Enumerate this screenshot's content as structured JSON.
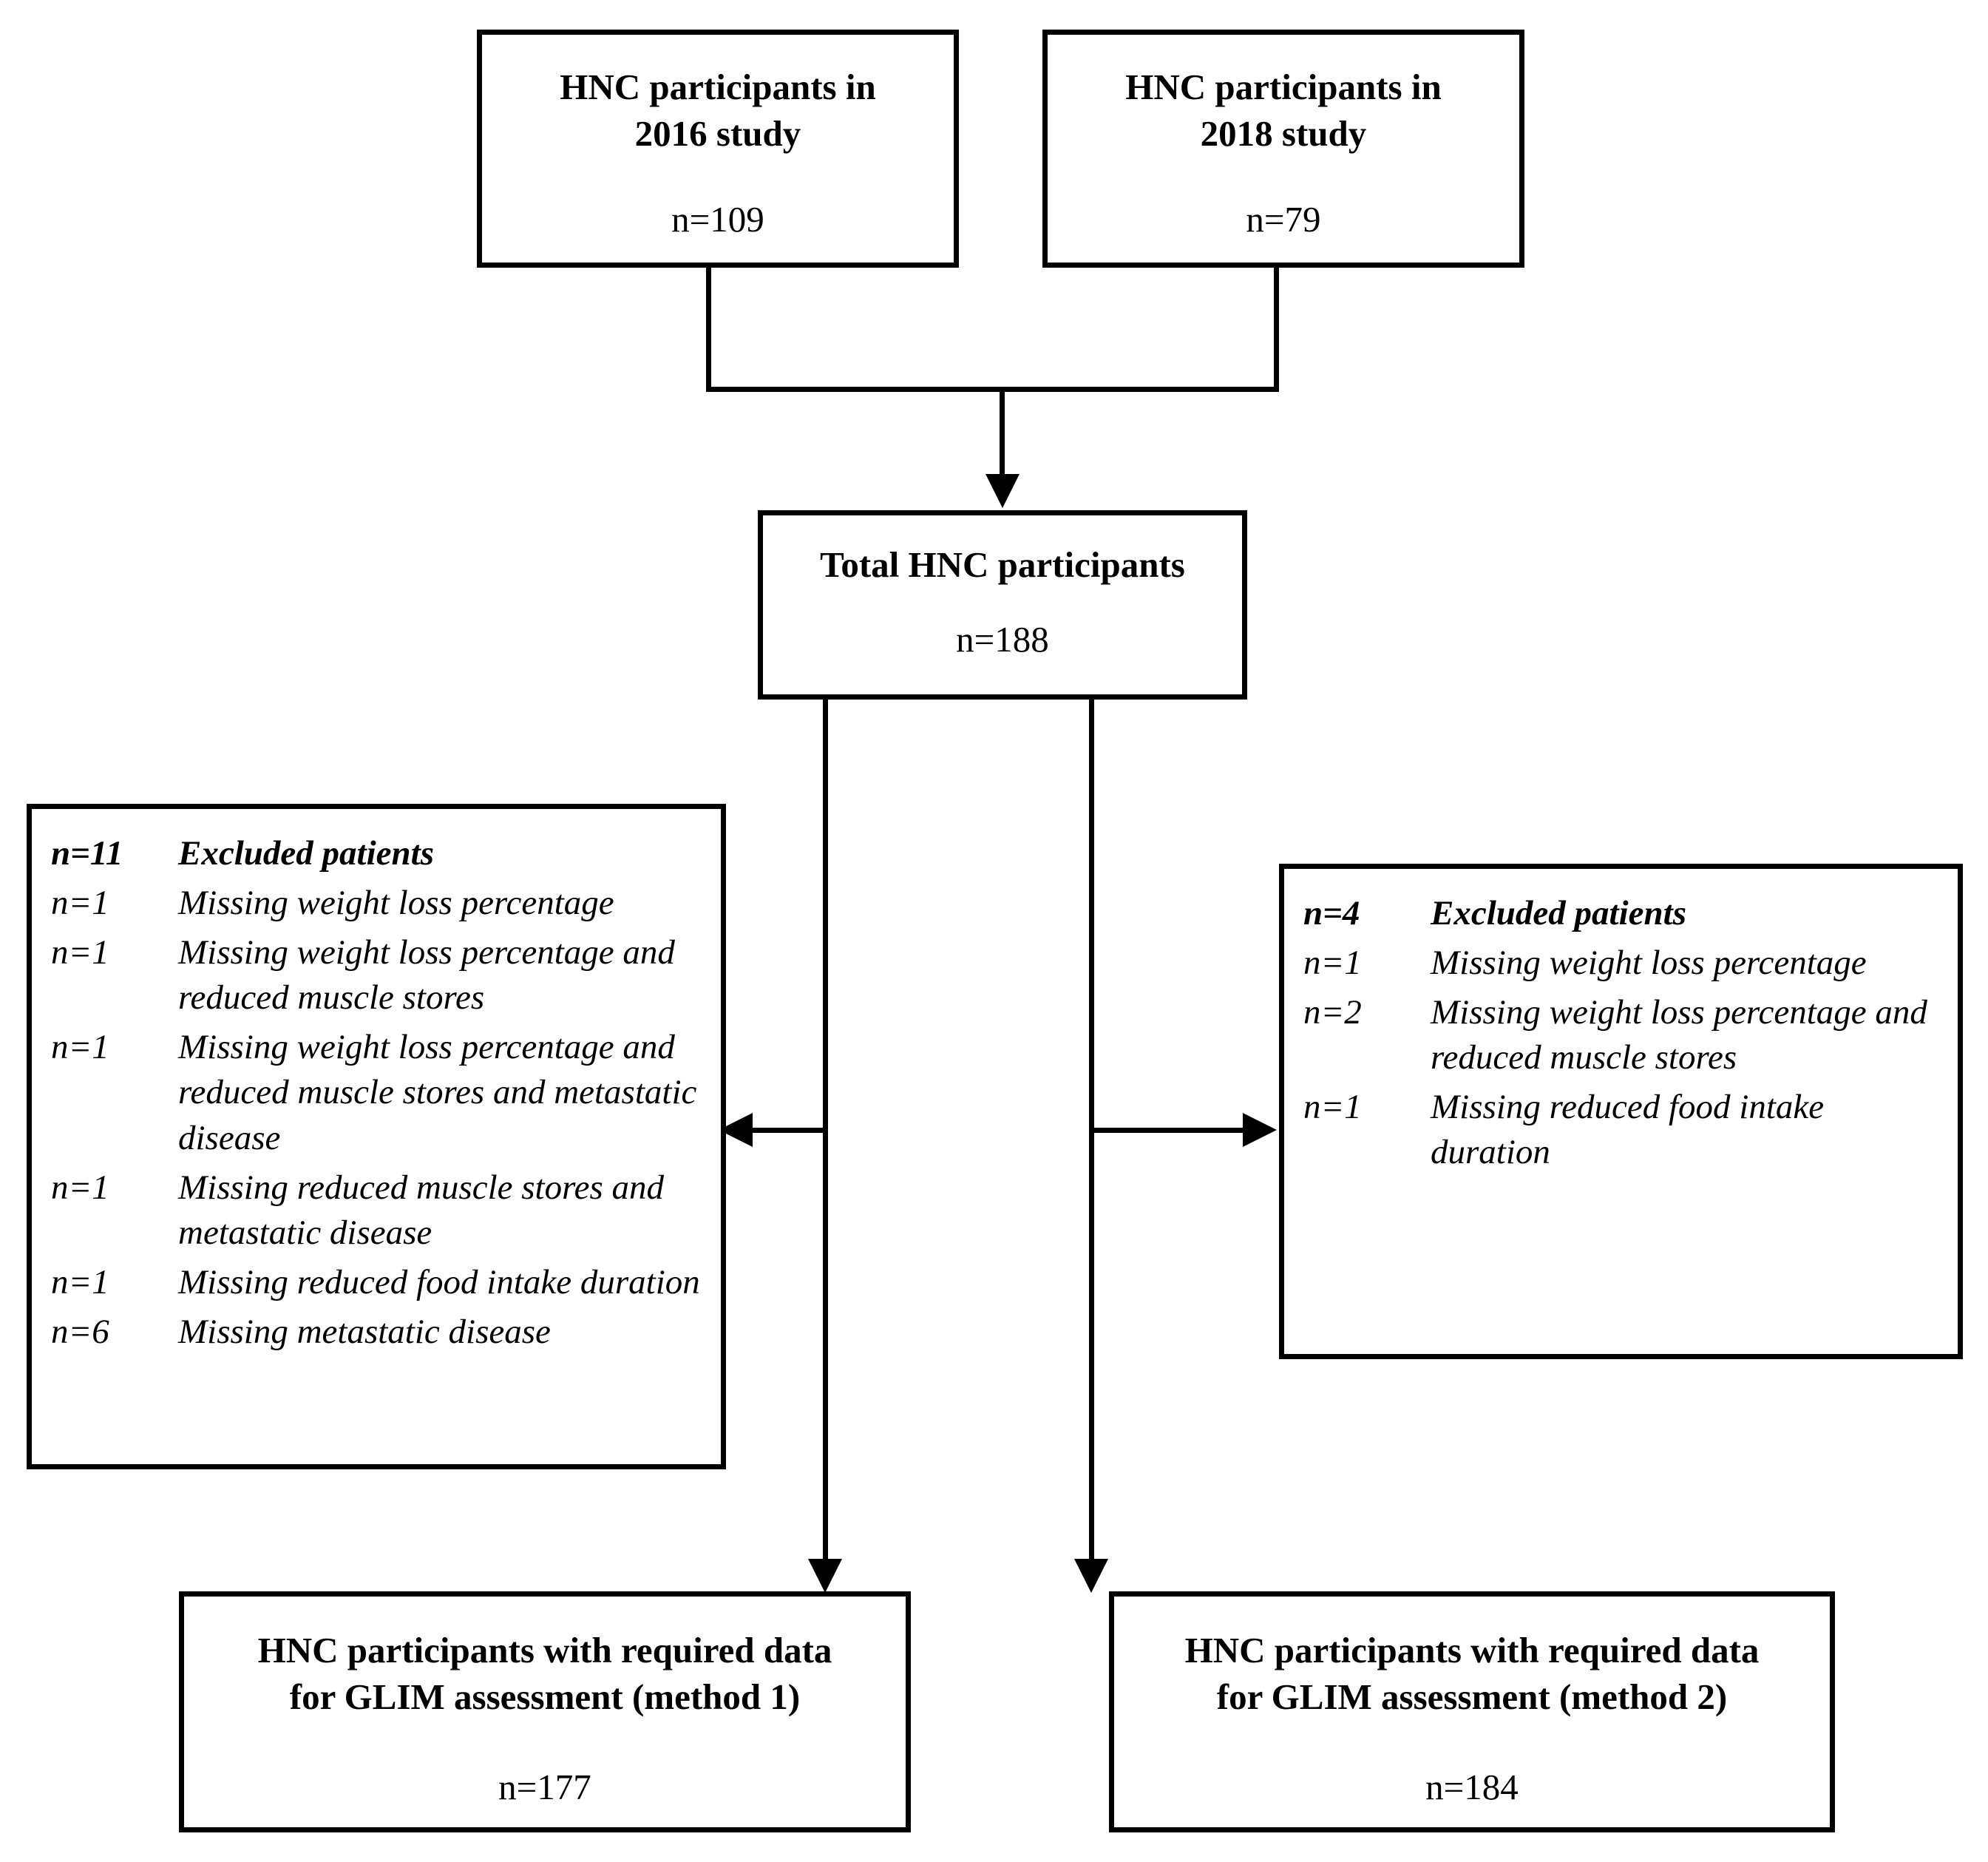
{
  "diagram": {
    "title": "HNC participant flow for GLIM assessment",
    "stroke_color": "#000000",
    "background_color": "#ffffff"
  },
  "sources": [
    {
      "id": "study-2016",
      "title_line1": "HNC participants in",
      "title_line2": "2016 study",
      "n_label": "n=109"
    },
    {
      "id": "study-2018",
      "title_line1": "HNC participants in",
      "title_line2": "2018 study",
      "n_label": "n=79"
    }
  ],
  "total": {
    "id": "total-participants",
    "title": "Total HNC participants",
    "n_label": "n=188"
  },
  "exclusions": {
    "method1": {
      "id": "excluded-method-1",
      "header_n": "n=11",
      "header_text": "Excluded patients",
      "items": [
        {
          "n": "n=1",
          "reason": "Missing weight loss percentage"
        },
        {
          "n": "n=1",
          "reason": "Missing weight loss percentage and reduced muscle stores"
        },
        {
          "n": "n=1",
          "reason": "Missing weight loss percentage and reduced muscle stores and metastatic disease"
        },
        {
          "n": "n=1",
          "reason": "Missing reduced muscle stores and metastatic disease"
        },
        {
          "n": "n=1",
          "reason": "Missing reduced food intake duration"
        },
        {
          "n": "n=6",
          "reason": "Missing metastatic disease"
        }
      ]
    },
    "method2": {
      "id": "excluded-method-2",
      "header_n": "n=4",
      "header_text": "Excluded patients",
      "items": [
        {
          "n": "n=1",
          "reason": "Missing weight loss percentage"
        },
        {
          "n": "n=2",
          "reason": "Missing weight loss percentage and reduced muscle stores"
        },
        {
          "n": "n=1",
          "reason": "Missing reduced food intake duration"
        }
      ]
    }
  },
  "results": [
    {
      "id": "result-method-1",
      "title_line1": "HNC participants with required data",
      "title_line2": "for GLIM assessment (method 1)",
      "n_label": "n=177"
    },
    {
      "id": "result-method-2",
      "title_line1": "HNC participants with required data",
      "title_line2": "for GLIM assessment (method 2)",
      "n_label": "n=184"
    }
  ],
  "chart_data": {
    "type": "table",
    "title": "HNC participant flow for GLIM assessment",
    "nodes": [
      {
        "label": "HNC participants in 2016 study",
        "n": 109
      },
      {
        "label": "HNC participants in 2018 study",
        "n": 79
      },
      {
        "label": "Total HNC participants",
        "n": 188
      },
      {
        "label": "Excluded patients (method 1)",
        "n": 11
      },
      {
        "label": "Excluded patients (method 2)",
        "n": 4
      },
      {
        "label": "HNC participants with required data for GLIM assessment (method 1)",
        "n": 177
      },
      {
        "label": "HNC participants with required data for GLIM assessment (method 2)",
        "n": 184
      }
    ]
  }
}
